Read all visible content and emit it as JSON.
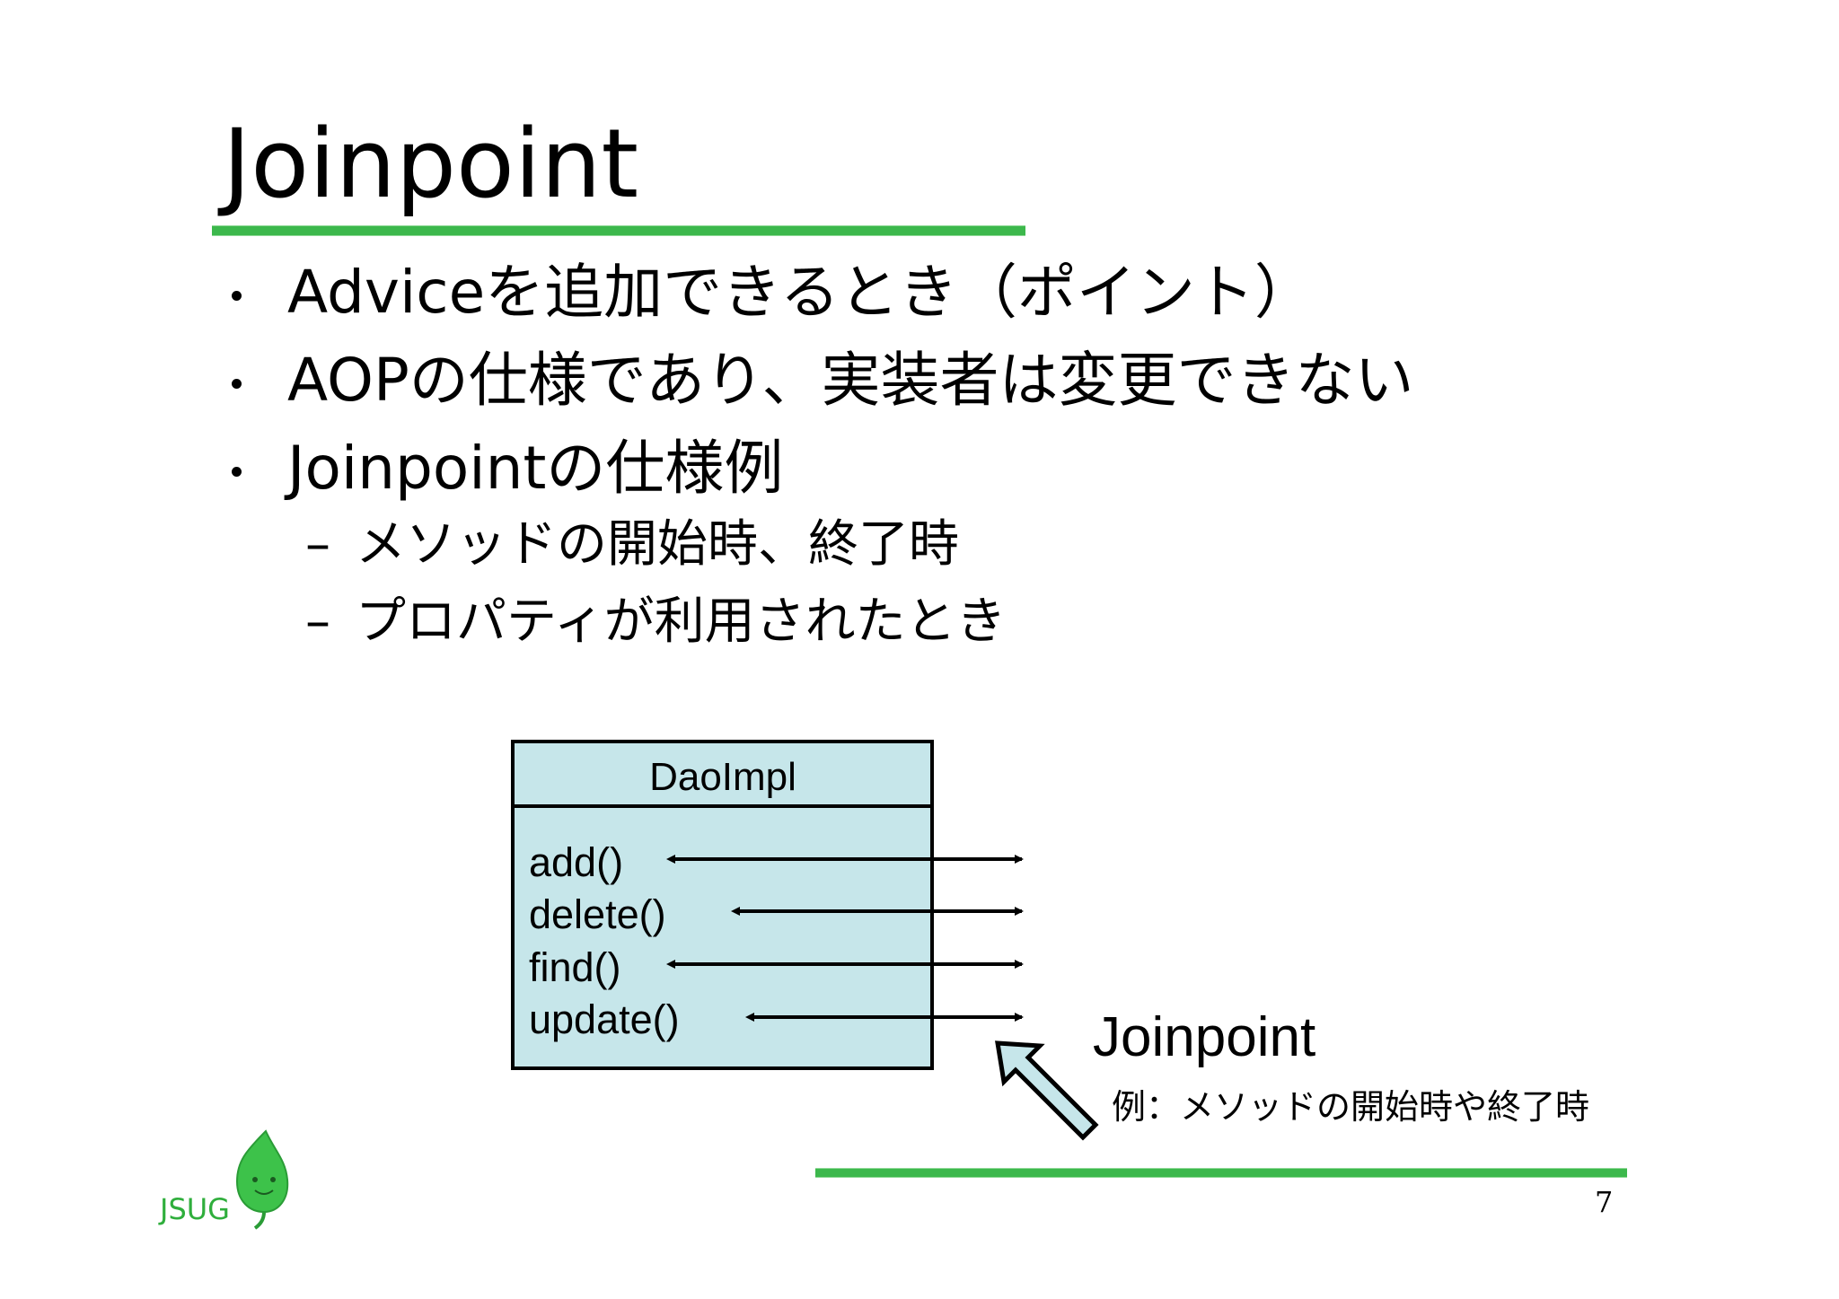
{
  "slide": {
    "title": "Joinpoint",
    "bullets": [
      "Adviceを追加できるとき（ポイント）",
      "AOPの仕様であり、実装者は変更できない",
      "Joinpointの仕様例"
    ],
    "sub_bullets": [
      "メソッドの開始時、終了時",
      "プロパティが利用されたとき"
    ],
    "dash": "–"
  },
  "diagram": {
    "class_name": "DaoImpl",
    "methods": [
      "add()",
      "delete()",
      "find()",
      "update()"
    ],
    "joinpoint_label": "Joinpoint",
    "joinpoint_example": "例：メソッドの開始時や終了時"
  },
  "footer": {
    "logo_text": "JSUG",
    "page_number": "7"
  },
  "colors": {
    "accent_green": "#3cb84c",
    "class_box_fill": "#c6e6ea",
    "arrow_fill": "#c6e6ea"
  }
}
